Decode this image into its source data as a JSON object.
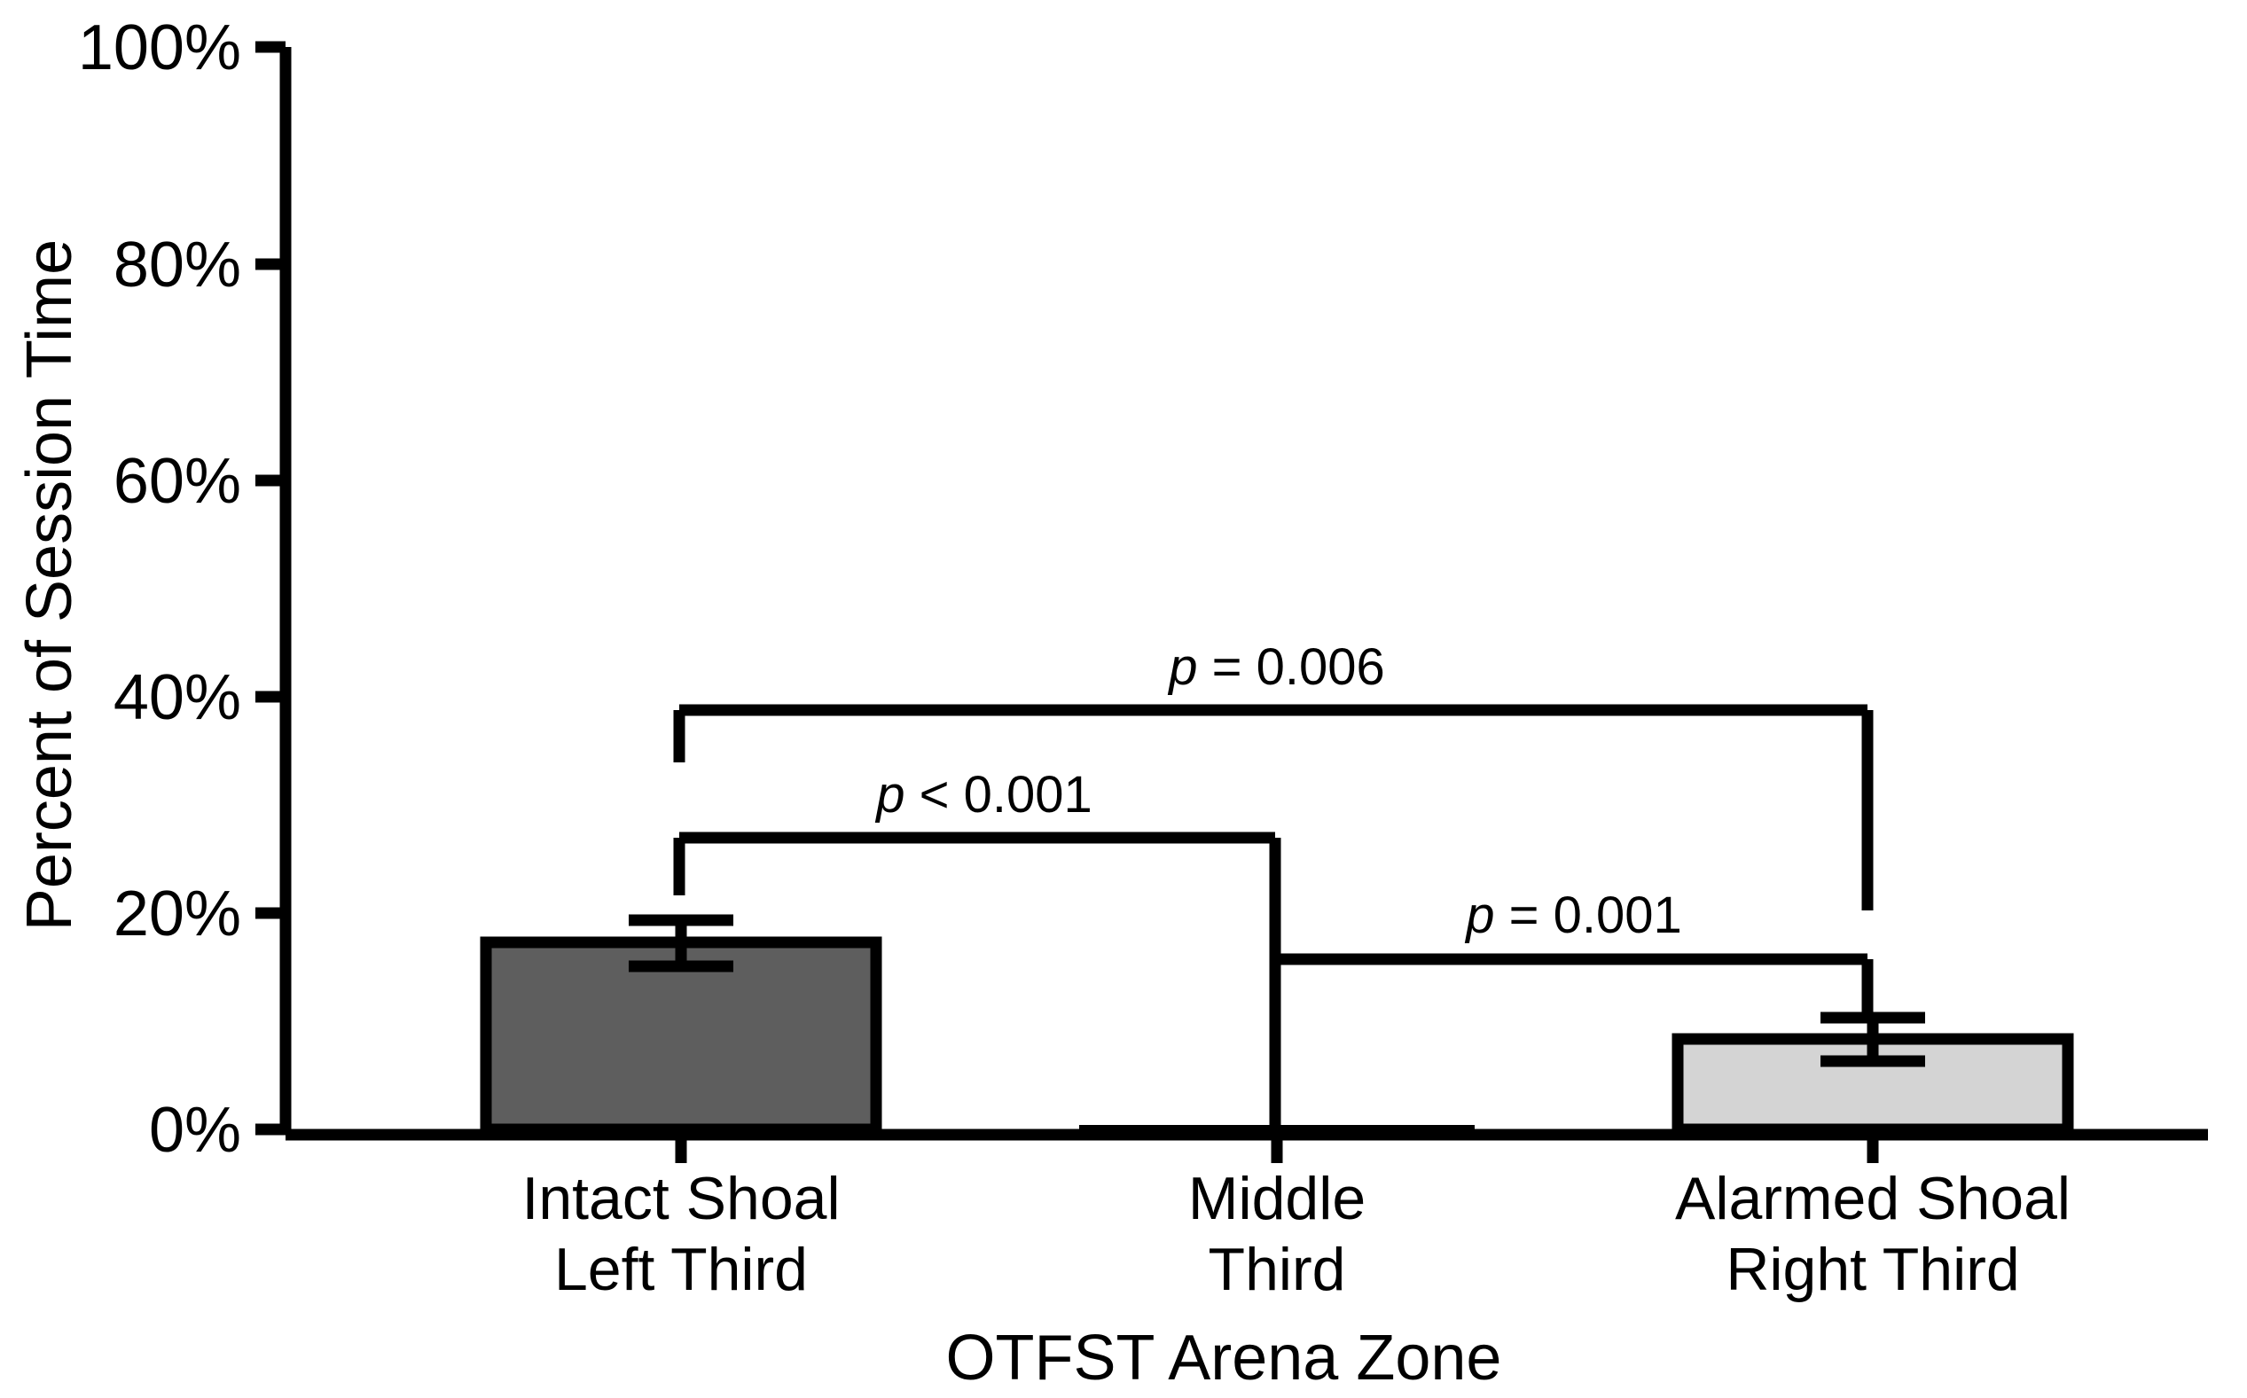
{
  "chart_data": {
    "type": "bar",
    "title": "",
    "subtitle": "",
    "xlabel": "OTFST  Arena Zone",
    "ylabel": "Percent of Session Time",
    "categories": [
      "Intact Shoal\nLeft Third",
      "Middle\nThird",
      "Alarmed Shoal\nRight Third"
    ],
    "category_lines": [
      [
        "Intact Shoal",
        "Left Third"
      ],
      [
        "Middle",
        "Third"
      ],
      [
        "Alarmed Shoal",
        "Right Third"
      ]
    ],
    "values": [
      17.3,
      0.2,
      8.4
    ],
    "errors": [
      2.1,
      0.0,
      2.0
    ],
    "error_type": "SEM",
    "bar_colors": [
      "#5E5E5E",
      "#FFFFFF",
      "#D4D4D4"
    ],
    "bar_edge_color": "#000000",
    "ylim": [
      0,
      100
    ],
    "yticks": [
      0,
      20,
      40,
      60,
      80,
      100
    ],
    "ytick_labels": [
      "0%",
      "20%",
      "40%",
      "60%",
      "80%",
      "100%"
    ],
    "grid": false,
    "legend": null,
    "annotations": [
      {
        "text": "p = 0.006",
        "p_symbol": "p",
        "operator": "=",
        "value": "0.006",
        "from_category": 0,
        "to_category": 2,
        "bracket_y_percent": 41
      },
      {
        "text": "p < 0.001",
        "p_symbol": "p",
        "operator": "<",
        "value": "0.001",
        "from_category": 0,
        "to_category": 1,
        "bracket_y_percent": 29
      },
      {
        "text": "p = 0.001",
        "p_symbol": "p",
        "operator": "=",
        "value": "0.001",
        "from_category": 1,
        "to_category": 2,
        "bracket_y_percent": 18
      }
    ]
  },
  "axis": {
    "y_tick_0": "0%",
    "y_tick_20": "20%",
    "y_tick_40": "40%",
    "y_tick_60": "60%",
    "y_tick_80": "80%",
    "y_tick_100": "100%",
    "y_title": "Percent of Session Time",
    "x_title": "OTFST  Arena Zone"
  },
  "cats": {
    "c0l0": "Intact Shoal",
    "c0l1": "Left Third",
    "c1l0": "Middle",
    "c1l1": "Third",
    "c2l0": "Alarmed Shoal",
    "c2l1": "Right Third"
  },
  "pvals": {
    "top_p": "p",
    "top_rest": " = 0.006",
    "mid_p": "p",
    "mid_rest": " < 0.001",
    "low_p": "p",
    "low_rest": " = 0.001"
  },
  "colors": {
    "bar1": "#5E5E5E",
    "bar3": "#D4D4D4",
    "ink": "#000000",
    "background": "#FFFFFF"
  }
}
